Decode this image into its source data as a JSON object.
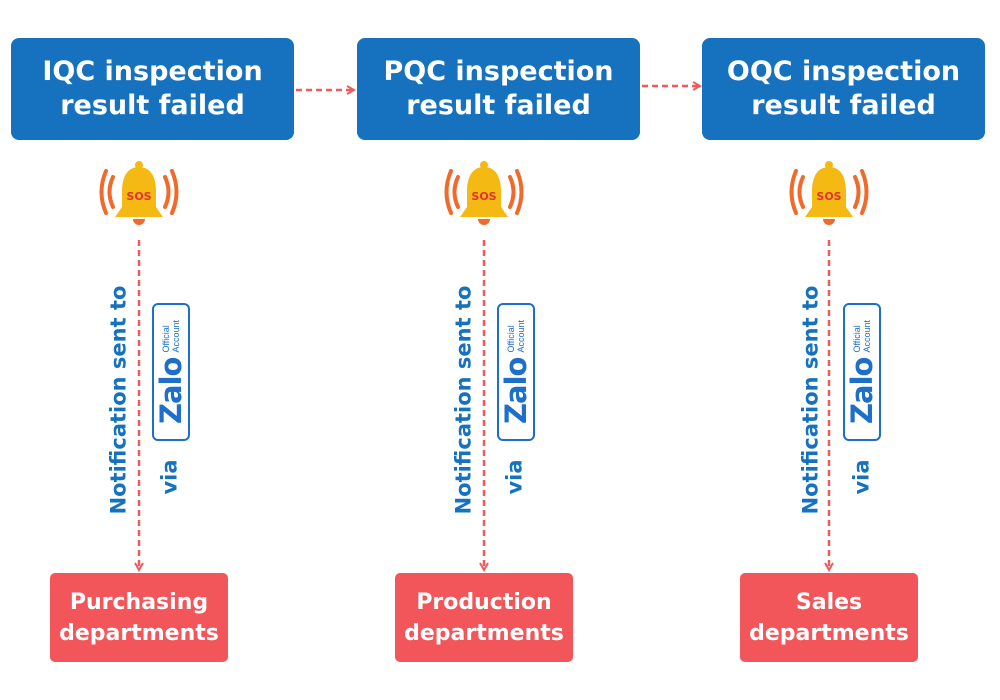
{
  "stages": [
    {
      "line1": "IQC inspection",
      "line2": "result failed"
    },
    {
      "line1": "PQC inspection",
      "line2": "result failed"
    },
    {
      "line1": "OQC inspection",
      "line2": "result failed"
    }
  ],
  "departments": [
    {
      "line1": "Purchasing",
      "line2": "departments"
    },
    {
      "line1": "Production",
      "line2": "departments"
    },
    {
      "line1": "Sales",
      "line2": "departments"
    }
  ],
  "notification": {
    "sent_to": "Notification sent to",
    "via": "via"
  },
  "zalo": {
    "brand": "Zalo",
    "sub1": "Official",
    "sub2": "Account"
  },
  "bell": {
    "label": "SOS"
  },
  "colors": {
    "stage": "#1672bf",
    "department": "#f2555a",
    "arrow": "#ef5a5a",
    "bell": "#f5b914",
    "waves": "#f06a2b"
  }
}
